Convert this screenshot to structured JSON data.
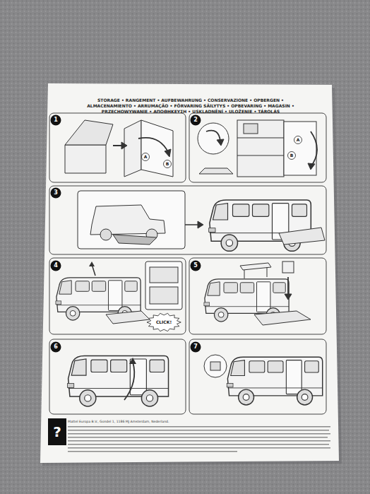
{
  "diagram": {
    "title": "STORAGE • RANGEMENT • AUFBEWAHRUNG • CONSERVAZIONE • OPBERGEN • ALMACENAMIENTO • ARRUMAÇÃO • FÖRVARING SÄILYTYS • OPBEVARING • MAGASIN • PRZECHOWYWANIE • ΑΠΟΘΗΚΕΥΣΗ • USKLADNĚNÍ • ULOŽENIE • TÁROLÁS",
    "nodes": [
      {
        "text": [
          "1"
        ]
      },
      {
        "text": [
          "A"
        ]
      },
      {
        "text": [
          "B"
        ]
      },
      {
        "text": [
          "2"
        ]
      },
      {
        "text": [
          "A"
        ]
      },
      {
        "text": [
          "B"
        ]
      },
      {
        "text": [
          "3"
        ]
      },
      {
        "text": [
          "4"
        ]
      },
      {
        "text": [
          "CLICK!"
        ]
      },
      {
        "text": [
          "5"
        ]
      },
      {
        "text": [
          "6"
        ]
      },
      {
        "text": [
          "7"
        ]
      },
      {
        "text": [
          "?"
        ]
      }
    ],
    "edges": [],
    "labels": [
      "Mattel Europa B.V., Gondel 1, 1186 MJ Amsterdam, Nederland."
    ]
  }
}
